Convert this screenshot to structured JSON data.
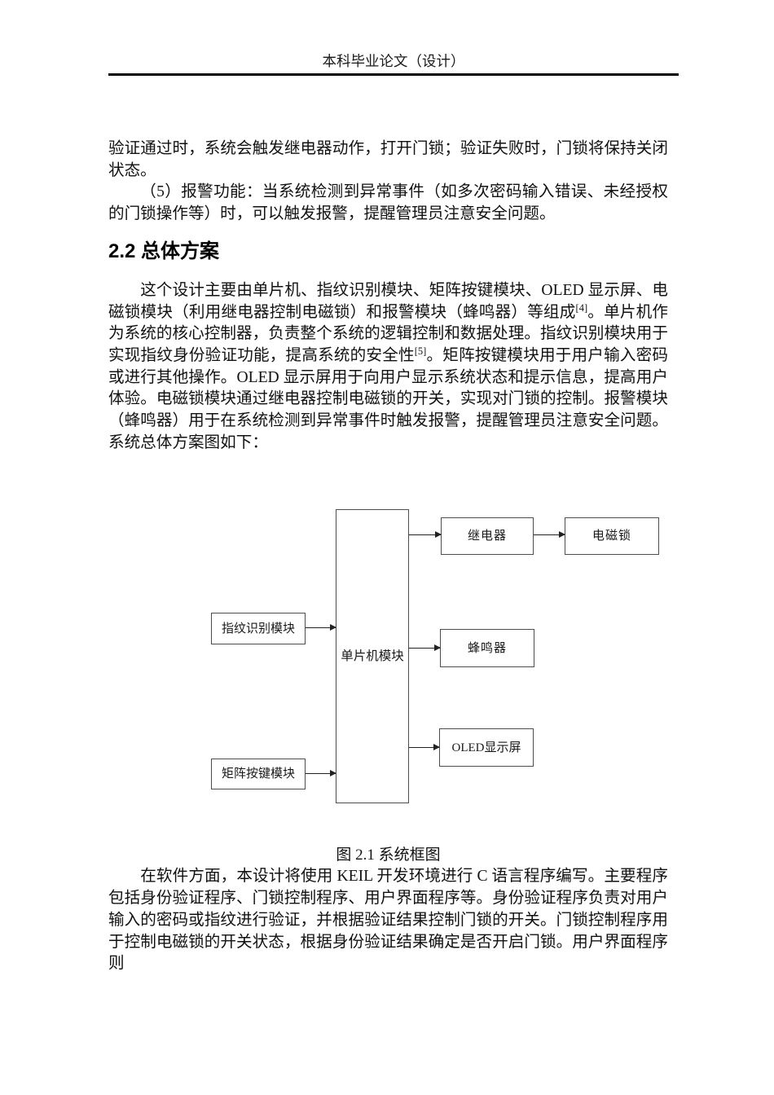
{
  "header": {
    "title": "本科毕业论文（设计）"
  },
  "paragraphs": {
    "p1": "验证通过时，系统会触发继电器动作，打开门锁；验证失败时，门锁将保持关闭状态。",
    "p2": "（5）报警功能：当系统检测到异常事件（如多次密码输入错误、未经授权的门锁操作等）时，可以触发报警，提醒管理员注意安全问题。",
    "p4": "在软件方面，本设计将使用 KEIL 开发环境进行 C 语言程序编写。主要程序包括身份验证程序、门锁控制程序、用户界面程序等。身份验证程序负责对用户输入的密码或指纹进行验证，并根据验证结果控制门锁的开关。门锁控制程序用于控制电磁锁的开关状态，根据身份验证结果确定是否开启门锁。用户界面程序则"
  },
  "section": {
    "heading": "2.2 总体方案",
    "body_segments": [
      {
        "text": "这个设计主要由单片机、指纹识别模块、矩阵按键模块、OLED 显示屏、电磁锁模块（利用继电器控制电磁锁）和报警模块（蜂鸣器）等组成"
      },
      {
        "text": "[4]",
        "sup": true
      },
      {
        "text": "。单片机作为系统的核心控制器，负责整个系统的逻辑控制和数据处理。指纹识别模块用于实现指纹身份验证功能，提高系统的安全性"
      },
      {
        "text": "[5]",
        "sup": true
      },
      {
        "text": "。矩阵按键模块用于用户输入密码或进行其他操作。OLED 显示屏用于向用户显示系统状态和提示信息，提高用户体验。电磁锁模块通过继电器控制电磁锁的开关，实现对门锁的控制。报警模块（蜂鸣器）用于在系统检测到异常事件时触发报警，提醒管理员注意安全问题。系统总体方案图如下："
      }
    ]
  },
  "diagram": {
    "caption": "图 2.1 系统框图",
    "nodes": {
      "mcu": "单片机模块",
      "relay": "继电器",
      "lock": "电磁锁",
      "fingerprint": "指纹识别模块",
      "buzzer": "蜂鸣器",
      "oled": "OLED显示屏",
      "keypad": "矩阵按键模块"
    },
    "edges": [
      {
        "from": "单片机模块",
        "to": "继电器"
      },
      {
        "from": "继电器",
        "to": "电磁锁"
      },
      {
        "from": "指纹识别模块",
        "to": "单片机模块"
      },
      {
        "from": "单片机模块",
        "to": "蜂鸣器"
      },
      {
        "from": "单片机模块",
        "to": "OLED显示屏"
      },
      {
        "from": "矩阵按键模块",
        "to": "单片机模块"
      }
    ]
  }
}
